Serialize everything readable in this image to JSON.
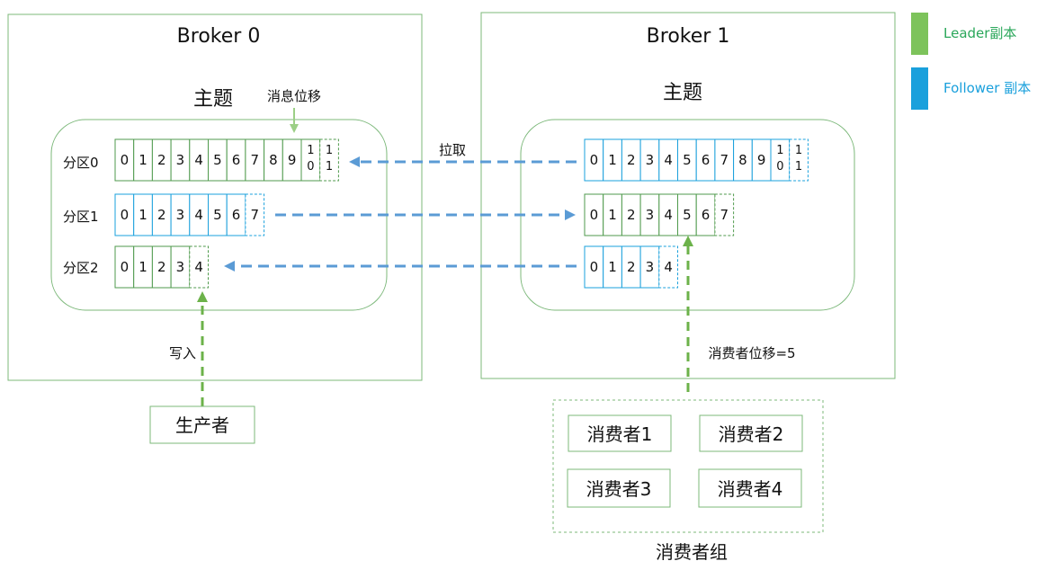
{
  "brokers": [
    {
      "title": "Broker 0",
      "topic_label": "主题"
    },
    {
      "title": "Broker 1",
      "topic_label": "主题"
    }
  ],
  "partitions": [
    {
      "label": "分区0"
    },
    {
      "label": "分区1"
    },
    {
      "label": "分区2"
    }
  ],
  "broker0_rows": [
    {
      "role": "leader",
      "committed": [
        "0",
        "1",
        "2",
        "3",
        "4",
        "5",
        "6",
        "7",
        "8",
        "9",
        "10"
      ],
      "pending": "11"
    },
    {
      "role": "follower",
      "committed": [
        "0",
        "1",
        "2",
        "3",
        "4",
        "5",
        "6"
      ],
      "pending": "7"
    },
    {
      "role": "leader",
      "committed": [
        "0",
        "1",
        "2",
        "3"
      ],
      "pending": "4"
    }
  ],
  "broker1_rows": [
    {
      "role": "follower",
      "committed": [
        "0",
        "1",
        "2",
        "3",
        "4",
        "5",
        "6",
        "7",
        "8",
        "9",
        "10"
      ],
      "pending": "11"
    },
    {
      "role": "leader",
      "committed": [
        "0",
        "1",
        "2",
        "3",
        "4",
        "5",
        "6"
      ],
      "pending": "7"
    },
    {
      "role": "follower",
      "committed": [
        "0",
        "1",
        "2",
        "3"
      ],
      "pending": "4"
    }
  ],
  "annotations": {
    "message_offset": "消息位移",
    "fetch": "拉取",
    "write": "写入",
    "consumer_offset": "消费者位移=5"
  },
  "producer": {
    "label": "生产者"
  },
  "consumer_group": {
    "label": "消费者组",
    "consumers": [
      "消费者1",
      "消费者2",
      "消费者3",
      "消费者4"
    ]
  },
  "legend": {
    "leader": {
      "label": "Leader副本",
      "color": "#7dc35b"
    },
    "follower": {
      "label": "Follower 副本",
      "color": "#1aa0dc"
    }
  },
  "colors": {
    "leader_border": "#4f9a4c",
    "follower_border": "#1aa0dc",
    "arrow_blue": "#5b9bd5",
    "arrow_green": "#6cb24a"
  }
}
